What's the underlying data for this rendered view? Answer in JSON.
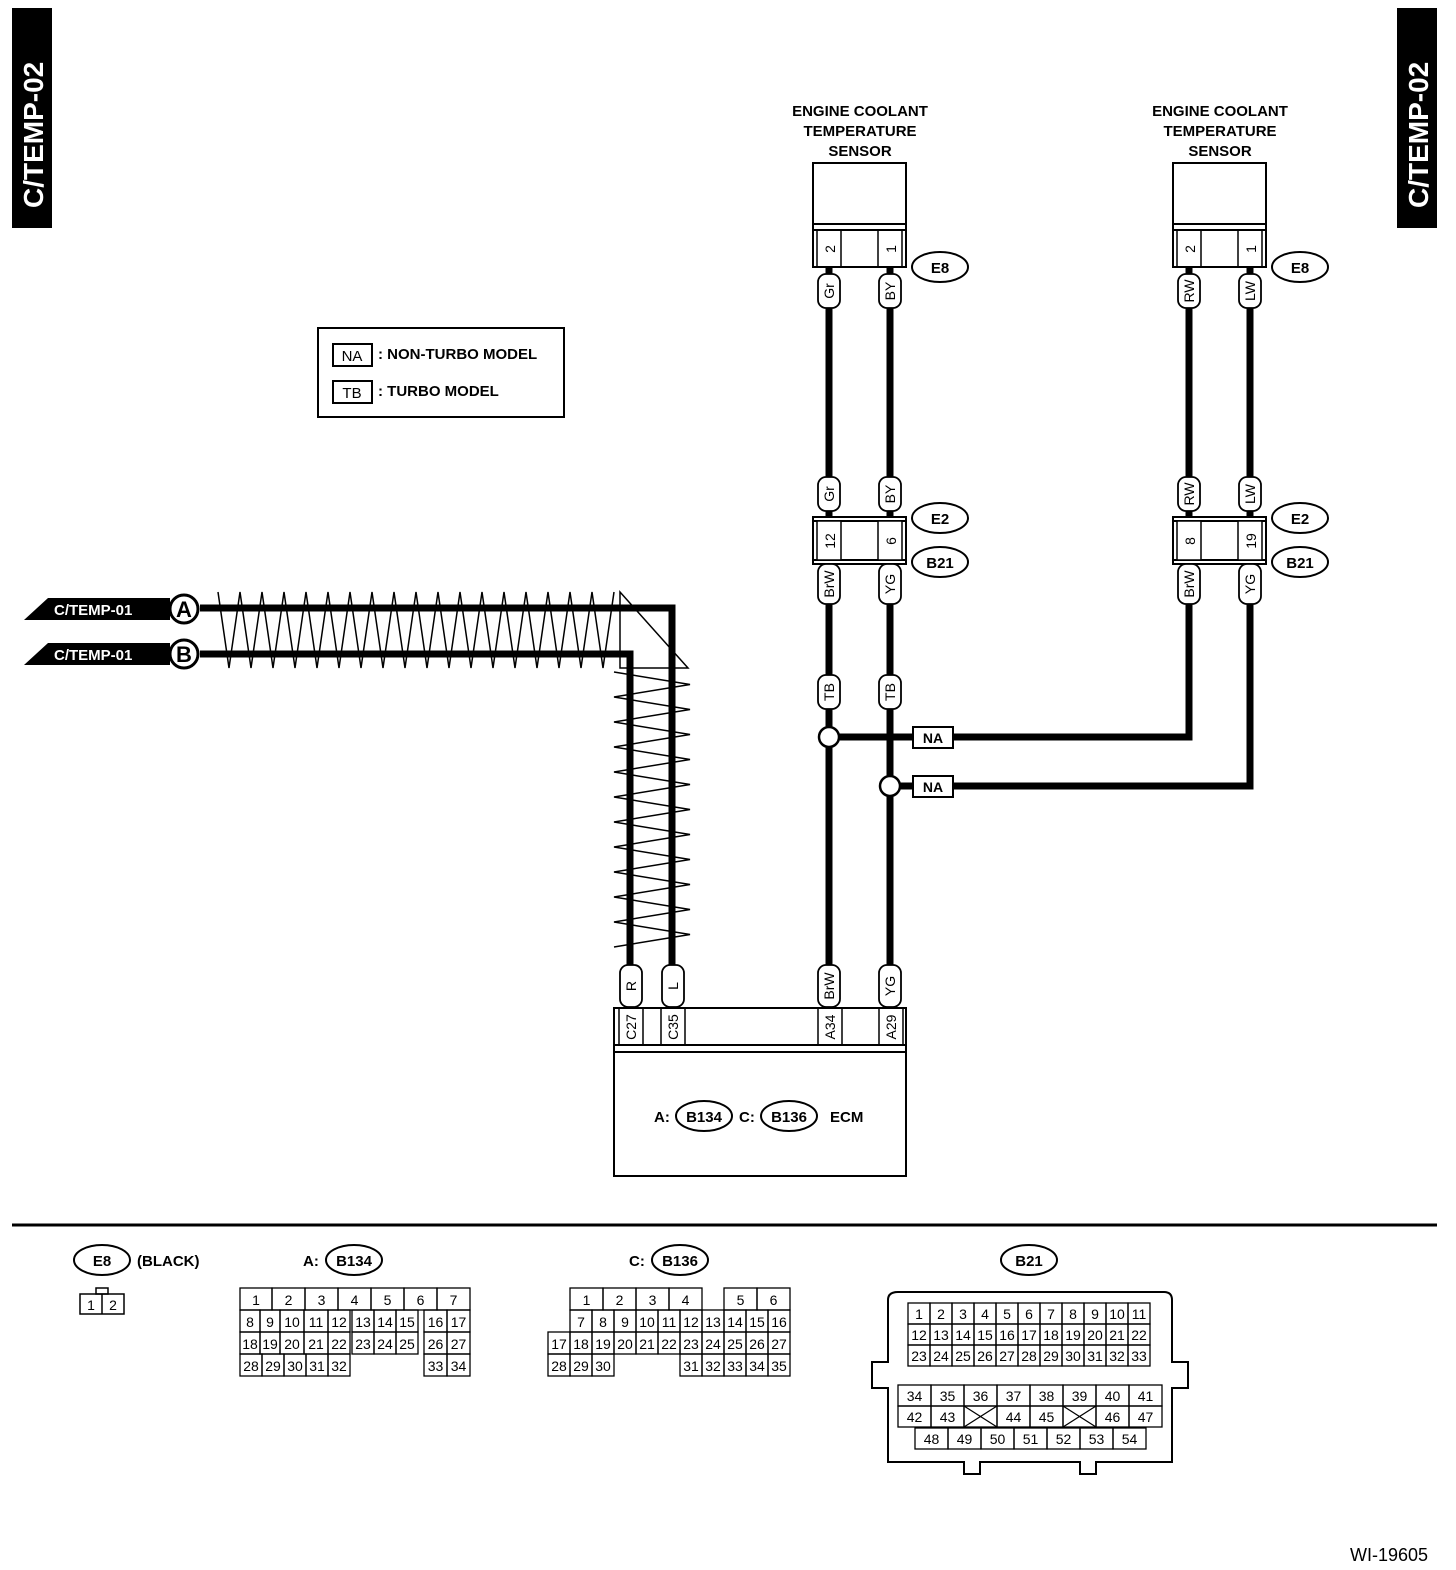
{
  "page_tag": "C/TEMP-02",
  "figure_id": "WI-19605",
  "legend": {
    "na_code": "NA",
    "na_text": ": NON-TURBO MODEL",
    "tb_code": "TB",
    "tb_text": ": TURBO MODEL"
  },
  "sensors": [
    {
      "title": [
        "ENGINE COOLANT",
        "TEMPERATURE",
        "SENSOR"
      ],
      "pins": [
        "2",
        "1"
      ],
      "connector": "E8",
      "wires_top": [
        "Gr",
        "BY"
      ],
      "joint_pins": [
        "12",
        "6"
      ],
      "wires_bottom": [
        "BrW",
        "YG"
      ],
      "model_tag": "TB"
    },
    {
      "title": [
        "ENGINE COOLANT",
        "TEMPERATURE",
        "SENSOR"
      ],
      "pins": [
        "2",
        "1"
      ],
      "connector": "E8",
      "wires_top": [
        "RW",
        "LW"
      ],
      "joint_pins": [
        "8",
        "19"
      ],
      "wires_bottom": [
        "BrW",
        "YG"
      ],
      "model_tag": "NA"
    }
  ],
  "joint_connectors": [
    "E2",
    "B21"
  ],
  "inputs": [
    {
      "ref": "C/TEMP-01",
      "letter": "A"
    },
    {
      "ref": "C/TEMP-01",
      "letter": "B"
    }
  ],
  "ecm": {
    "name": "ECM",
    "wires": [
      "R",
      "L",
      "BrW",
      "YG"
    ],
    "pins": [
      "C27",
      "C35",
      "A34",
      "A29"
    ],
    "conn_a_prefix": "A:",
    "conn_a": "B134",
    "conn_c_prefix": "C:",
    "conn_c": "B136"
  },
  "connector_views": {
    "e8": {
      "label": "E8",
      "color": "(BLACK)",
      "pins": [
        "1",
        "2"
      ]
    },
    "b134": {
      "prefix": "A:",
      "label": "B134",
      "rows": [
        [
          "1",
          "2",
          "3",
          "4",
          "5",
          "6",
          "7"
        ],
        [
          "8",
          "9",
          "10",
          "11",
          "12",
          "13",
          "14",
          "15",
          "16",
          "17"
        ],
        [
          "18",
          "19",
          "20",
          "21",
          "22",
          "23",
          "24",
          "25",
          "26",
          "27"
        ],
        [
          "28",
          "29",
          "30",
          "31",
          "32",
          "33",
          "34"
        ]
      ]
    },
    "b136": {
      "prefix": "C:",
      "label": "B136",
      "rows": [
        [
          "1",
          "2",
          "3",
          "4",
          "5",
          "6"
        ],
        [
          "7",
          "8",
          "9",
          "10",
          "11",
          "12",
          "13",
          "14",
          "15",
          "16"
        ],
        [
          "17",
          "18",
          "19",
          "20",
          "21",
          "22",
          "23",
          "24",
          "25",
          "26",
          "27"
        ],
        [
          "28",
          "29",
          "30",
          "31",
          "32",
          "33",
          "34",
          "35"
        ]
      ]
    },
    "b21": {
      "label": "B21",
      "rows": [
        [
          "1",
          "2",
          "3",
          "4",
          "5",
          "6",
          "7",
          "8",
          "9",
          "10",
          "11"
        ],
        [
          "12",
          "13",
          "14",
          "15",
          "16",
          "17",
          "18",
          "19",
          "20",
          "21",
          "22"
        ],
        [
          "23",
          "24",
          "25",
          "26",
          "27",
          "28",
          "29",
          "30",
          "31",
          "32",
          "33"
        ],
        [
          "34",
          "35",
          "36",
          "37",
          "38",
          "39",
          "40",
          "41"
        ],
        [
          "42",
          "43",
          "44",
          "45",
          "46",
          "47"
        ],
        [
          "48",
          "49",
          "50",
          "51",
          "52",
          "53",
          "54"
        ]
      ]
    }
  }
}
